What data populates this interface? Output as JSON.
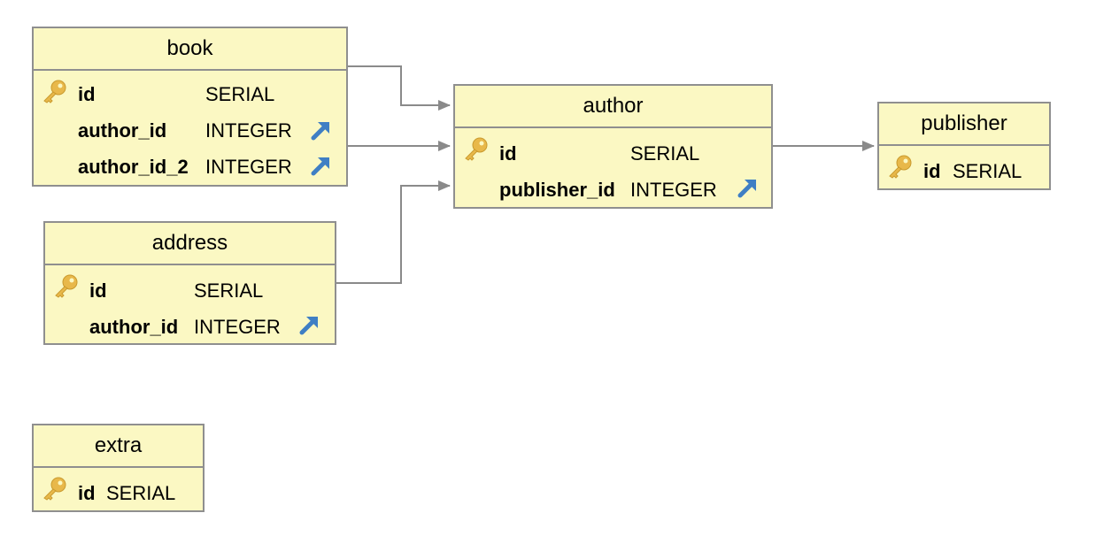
{
  "tables": {
    "book": {
      "name": "book",
      "columns": [
        {
          "name": "id",
          "type": "SERIAL",
          "primary_key": true,
          "foreign_key": false
        },
        {
          "name": "author_id",
          "type": "INTEGER",
          "primary_key": false,
          "foreign_key": true
        },
        {
          "name": "author_id_2",
          "type": "INTEGER",
          "primary_key": false,
          "foreign_key": true
        }
      ]
    },
    "address": {
      "name": "address",
      "columns": [
        {
          "name": "id",
          "type": "SERIAL",
          "primary_key": true,
          "foreign_key": false
        },
        {
          "name": "author_id",
          "type": "INTEGER",
          "primary_key": false,
          "foreign_key": true
        }
      ]
    },
    "extra": {
      "name": "extra",
      "columns": [
        {
          "name": "id",
          "type": "SERIAL",
          "primary_key": true,
          "foreign_key": false
        }
      ]
    },
    "author": {
      "name": "author",
      "columns": [
        {
          "name": "id",
          "type": "SERIAL",
          "primary_key": true,
          "foreign_key": false
        },
        {
          "name": "publisher_id",
          "type": "INTEGER",
          "primary_key": false,
          "foreign_key": true
        }
      ]
    },
    "publisher": {
      "name": "publisher",
      "columns": [
        {
          "name": "id",
          "type": "SERIAL",
          "primary_key": true,
          "foreign_key": false
        }
      ]
    }
  },
  "relationships": [
    {
      "from": "book",
      "to": "author"
    },
    {
      "from": "book",
      "to": "author"
    },
    {
      "from": "address",
      "to": "author"
    },
    {
      "from": "author",
      "to": "publisher"
    }
  ],
  "colors": {
    "table_fill": "#fbf8c3",
    "table_border": "#8f8f8f",
    "connector": "#8a8a8a",
    "key_icon": "#e8b84a",
    "fk_icon": "#3f7fc4"
  }
}
